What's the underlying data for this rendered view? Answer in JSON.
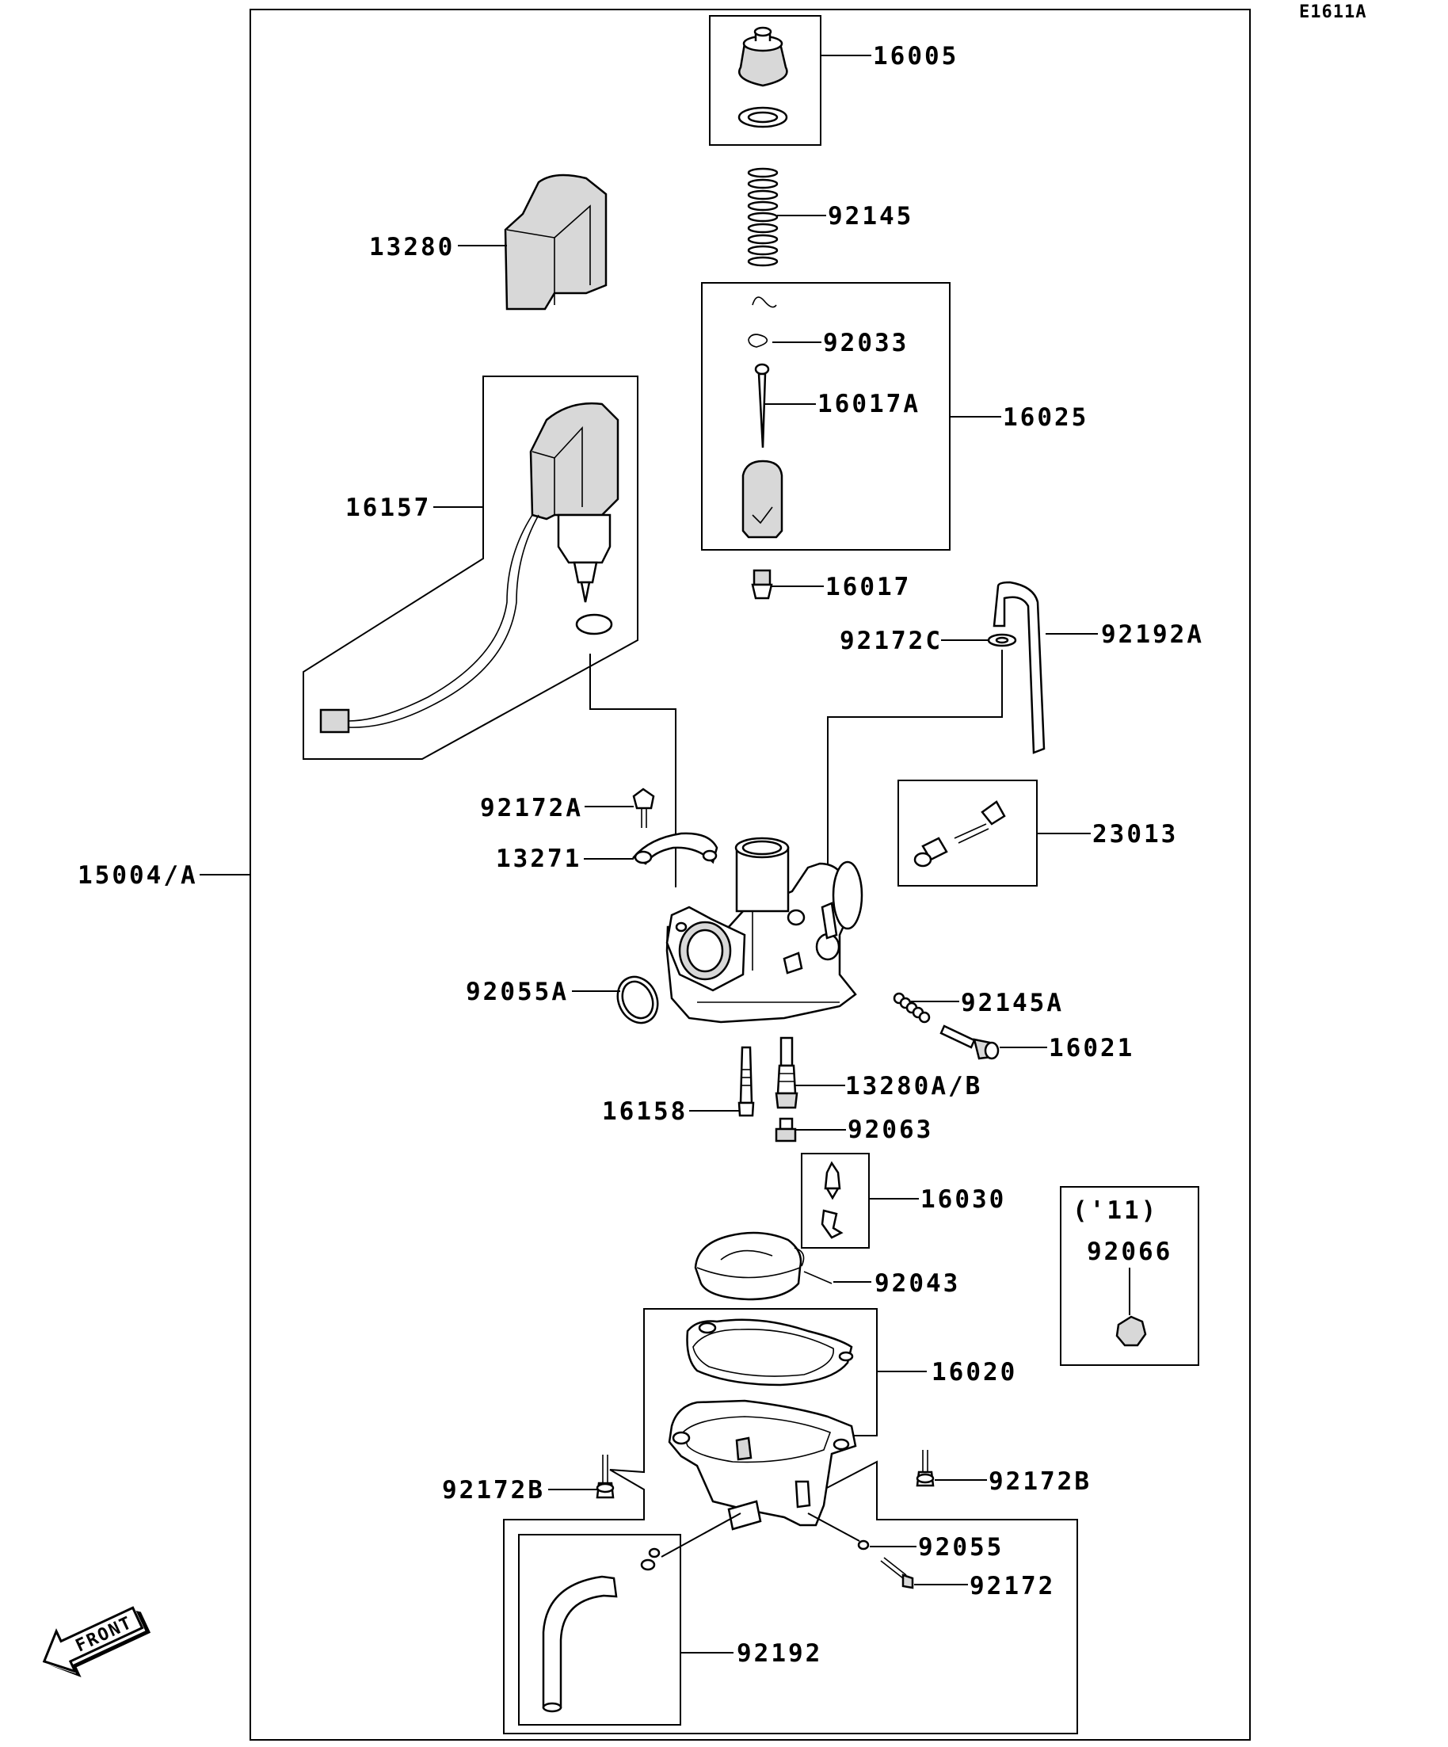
{
  "diagram_code": "E1611A",
  "model_note": "('11)",
  "front_marker": "FRONT",
  "parts": {
    "p16005": "16005",
    "p92145": "92145",
    "p13280": "13280",
    "p92033": "92033",
    "p16017A": "16017A",
    "p16025": "16025",
    "p16157": "16157",
    "p16017": "16017",
    "p92172C": "92172C",
    "p92192A": "92192A",
    "p92172A": "92172A",
    "p13271": "13271",
    "p15004A": "15004/A",
    "p23013": "23013",
    "p92055A": "92055A",
    "p92145A": "92145A",
    "p16021": "16021",
    "p13280AB": "13280A/B",
    "p16158": "16158",
    "p92063": "92063",
    "p16030": "16030",
    "p92066": "92066",
    "p92043": "92043",
    "p16020": "16020",
    "p92172B_left": "92172B",
    "p92172B_right": "92172B",
    "p92055": "92055",
    "p92172": "92172",
    "p92192": "92192"
  }
}
